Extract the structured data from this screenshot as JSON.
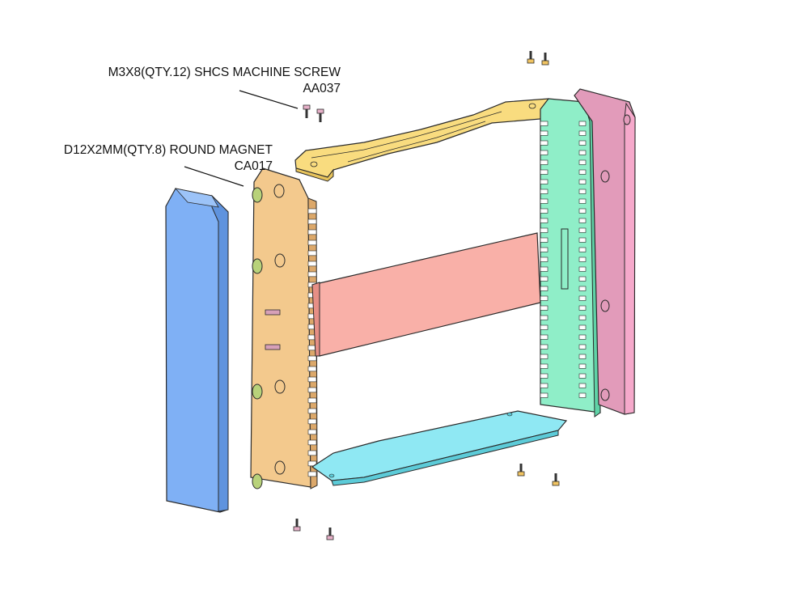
{
  "callouts": {
    "screw": {
      "line1": "M3X8(QTY.12) SHCS MACHINE SCREW",
      "line2": "AA037"
    },
    "magnet": {
      "line1": "D12X2MM(QTY.8) ROUND MAGNET",
      "line2": "CA017"
    }
  },
  "colors": {
    "blue_panel": "#7fb0f5",
    "orange_rail": "#f3c98d",
    "yellow_top": "#f9dc7f",
    "pink_center": "#f9b0a8",
    "cyan_bottom": "#8fe8f3",
    "green_rail": "#8feec8",
    "magenta_panel": "#e29bba",
    "magnet": "#b8d27a",
    "outline": "#2a2a2a"
  }
}
